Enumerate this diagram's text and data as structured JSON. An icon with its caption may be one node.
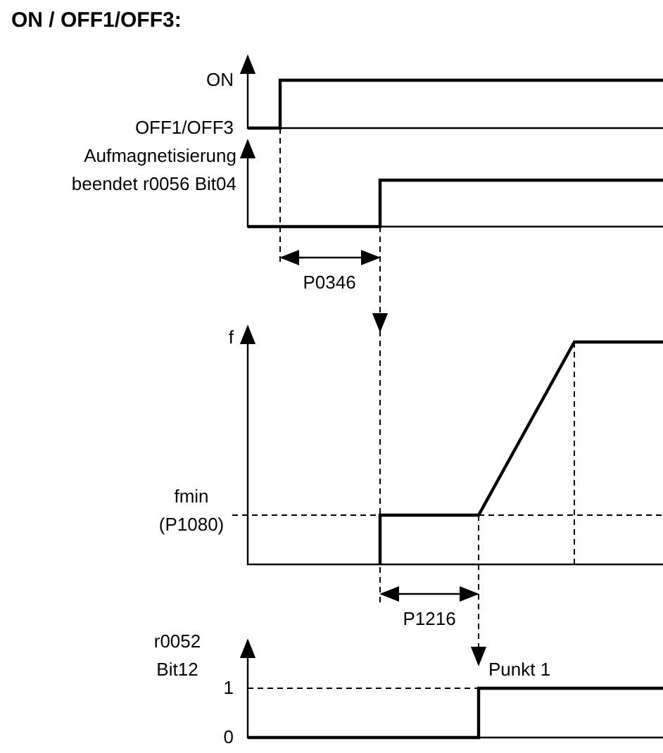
{
  "diagram": {
    "title": "ON / OFF1/OFF3:",
    "labels": [
      "ON",
      "OFF1/OFF3",
      "Aufmagnetisierung beendet r0056 Bit04",
      "P0346",
      "f",
      "fmin (P1080)",
      "P1216",
      "r0052 Bit12",
      "Punkt 1",
      "1",
      "0"
    ]
  }
}
